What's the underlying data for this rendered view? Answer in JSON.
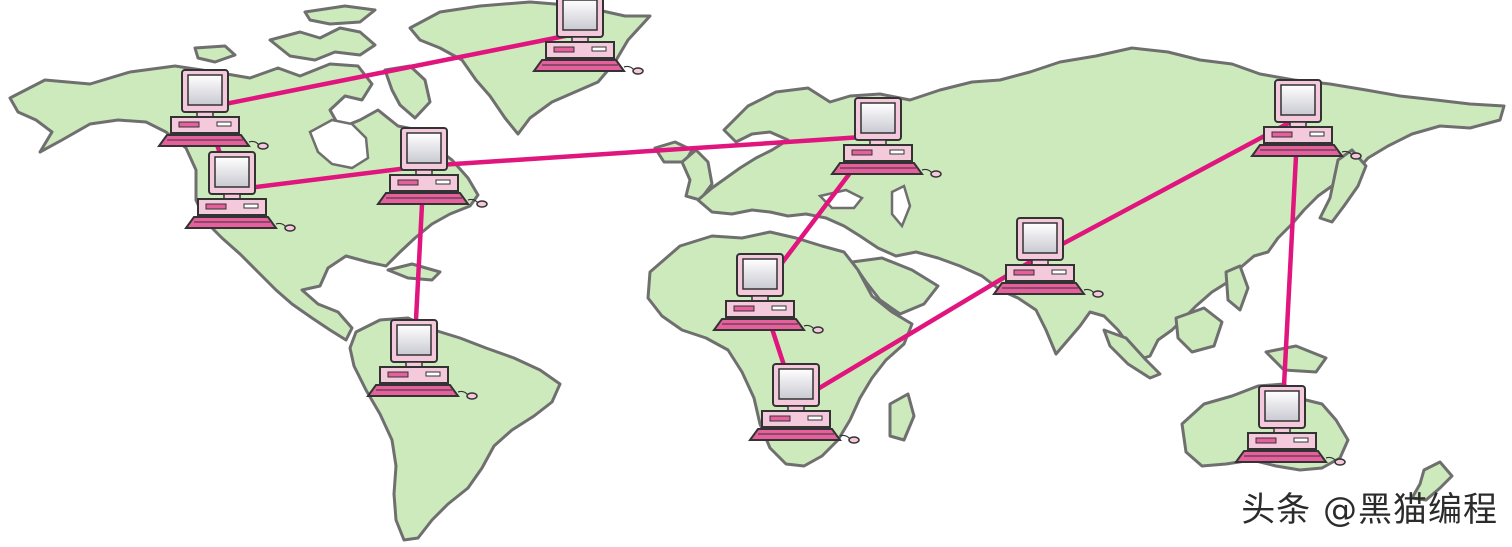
{
  "diagram": {
    "type": "world-network",
    "colors": {
      "land": "#cdeabd",
      "coast": "#6f6f6f",
      "link": "#e0157e",
      "monitor_frame": "#f5c9dc",
      "screen": "#e9e9ee"
    },
    "node_icon": "desktop-computer-icon",
    "nodes": [
      {
        "id": "greenland"
      },
      {
        "id": "canada"
      },
      {
        "id": "usa-west"
      },
      {
        "id": "usa-east"
      },
      {
        "id": "south-america"
      },
      {
        "id": "russia-west"
      },
      {
        "id": "north-africa"
      },
      {
        "id": "south-africa"
      },
      {
        "id": "india"
      },
      {
        "id": "russia-east"
      },
      {
        "id": "australia"
      }
    ],
    "links": [
      [
        "canada",
        "greenland"
      ],
      [
        "canada",
        "usa-west"
      ],
      [
        "usa-west",
        "usa-east"
      ],
      [
        "usa-east",
        "russia-west"
      ],
      [
        "usa-east",
        "south-america"
      ],
      [
        "russia-west",
        "north-africa"
      ],
      [
        "north-africa",
        "south-africa"
      ],
      [
        "south-africa",
        "india"
      ],
      [
        "india",
        "russia-east"
      ],
      [
        "russia-east",
        "australia"
      ]
    ]
  },
  "watermark": "头条 @黑猫编程"
}
